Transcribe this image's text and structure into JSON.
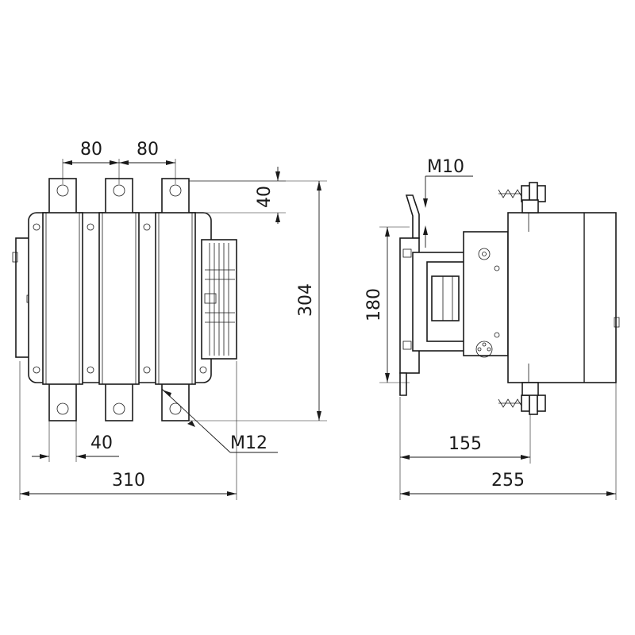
{
  "front_view": {
    "dim_pitch_1": "80",
    "dim_pitch_2": "80",
    "dim_terminal_height": "40",
    "dim_overall_height": "304",
    "dim_terminal_width": "40",
    "dim_overall_width": "310",
    "thread_label": "M12"
  },
  "side_view": {
    "thread_label": "M10",
    "dim_mounting_height": "180",
    "dim_depth_partial": "155",
    "dim_depth_overall": "255"
  },
  "colors": {
    "line": "#1a1a1a",
    "background": "#ffffff"
  }
}
